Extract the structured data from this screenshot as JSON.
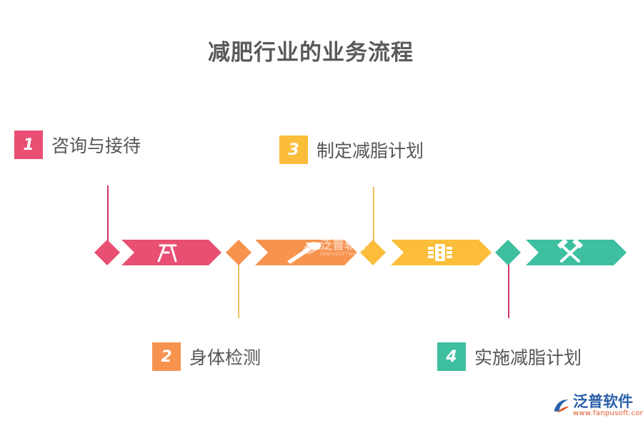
{
  "title": "减肥行业的业务流程",
  "colors": {
    "pink": "#e94f73",
    "orange": "#f7934f",
    "yellow": "#fbbd3a",
    "teal": "#3dbfa0",
    "line_pink": "#d1365f",
    "line_gold": "#f0c060"
  },
  "steps": [
    {
      "number": "1",
      "label": "咨询与接待",
      "color": "#e94f73"
    },
    {
      "number": "2",
      "label": "身体检测",
      "color": "#f7934f"
    },
    {
      "number": "3",
      "label": "制定减脂计划",
      "color": "#fbbd3a"
    },
    {
      "number": "4",
      "label": "实施减脂计划",
      "color": "#3dbfa0"
    }
  ],
  "flow_icons": [
    "tools-icon",
    "hammer-icon",
    "traffic-light-icon",
    "crossed-hammers-icon"
  ],
  "watermark": {
    "name": "泛普软件",
    "sub": "FANPUSOFTWARE"
  },
  "brand": {
    "name": "泛普软件",
    "url": "www.fanpusoft.com"
  }
}
